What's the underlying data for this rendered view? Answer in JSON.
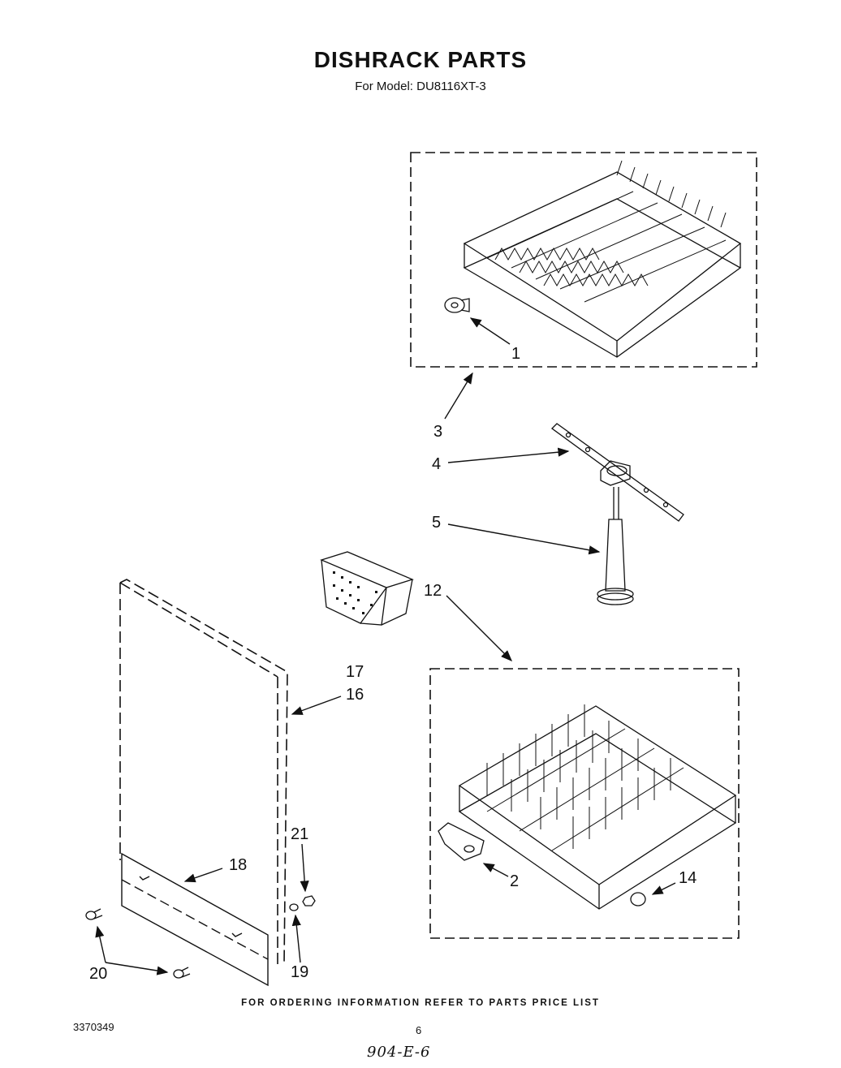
{
  "header": {
    "title": "DISHRACK PARTS",
    "model_line": "For Model: DU8116XT-3"
  },
  "callouts": {
    "c1": "1",
    "c2": "2",
    "c3": "3",
    "c4": "4",
    "c5": "5",
    "c12": "12",
    "c14": "14",
    "c16": "16",
    "c17": "17",
    "c18": "18",
    "c19": "19",
    "c20": "20",
    "c21": "21"
  },
  "footer": {
    "ordering_note": "FOR ORDERING INFORMATION REFER TO PARTS PRICE LIST",
    "doc_number": "3370349",
    "page_number": "6",
    "handwritten_note": "904-E-6"
  }
}
